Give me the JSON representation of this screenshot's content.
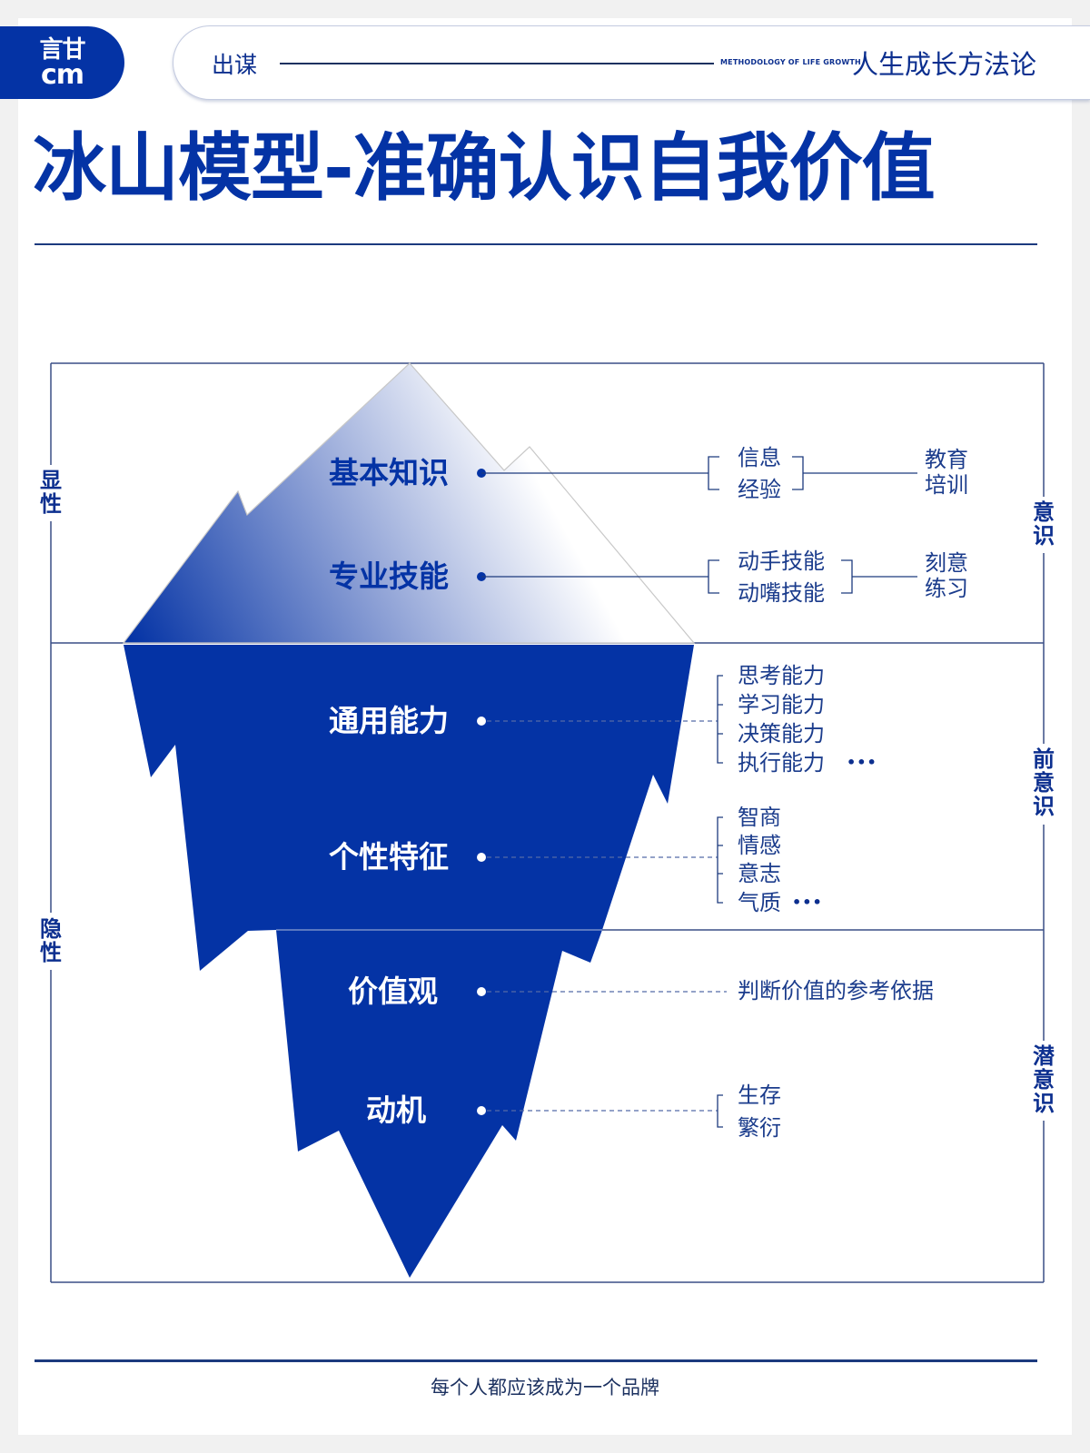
{
  "header": {
    "logo_top": "言甘",
    "logo_bottom": "cm",
    "brand": "出谋",
    "tagline_en": "METHODOLOGY OF LIFE GROWTH",
    "tagline_cn": "人生成长方法论"
  },
  "title": "冰山模型-准确认识自我价值",
  "diagram": {
    "left_labels": {
      "explicit": "显性",
      "implicit": "隐性"
    },
    "right_labels": {
      "conscious": "意识",
      "preconscious": "前意识",
      "subconscious": "潜意识"
    },
    "layers": [
      {
        "label": "基本知识",
        "items": [
          "信息",
          "经验"
        ],
        "method": [
          "教育",
          "培训"
        ]
      },
      {
        "label": "专业技能",
        "items": [
          "动手技能",
          "动嘴技能"
        ],
        "method": [
          "刻意",
          "练习"
        ]
      },
      {
        "label": "通用能力",
        "items": [
          "思考能力",
          "学习能力",
          "决策能力",
          "执行能力"
        ],
        "more": "•••"
      },
      {
        "label": "个性特征",
        "items": [
          "智商",
          "情感",
          "意志",
          "气质"
        ],
        "more": "•••"
      },
      {
        "label": "价值观",
        "items": [
          "判断价值的参考依据"
        ]
      },
      {
        "label": "动机",
        "items": [
          "生存",
          "繁衍"
        ]
      }
    ],
    "colors": {
      "primary": "#0433a5",
      "line": "#1c3a7e",
      "text": "#1b3c8c"
    }
  },
  "footer": {
    "slogan": "每个人都应该成为一个品牌"
  }
}
